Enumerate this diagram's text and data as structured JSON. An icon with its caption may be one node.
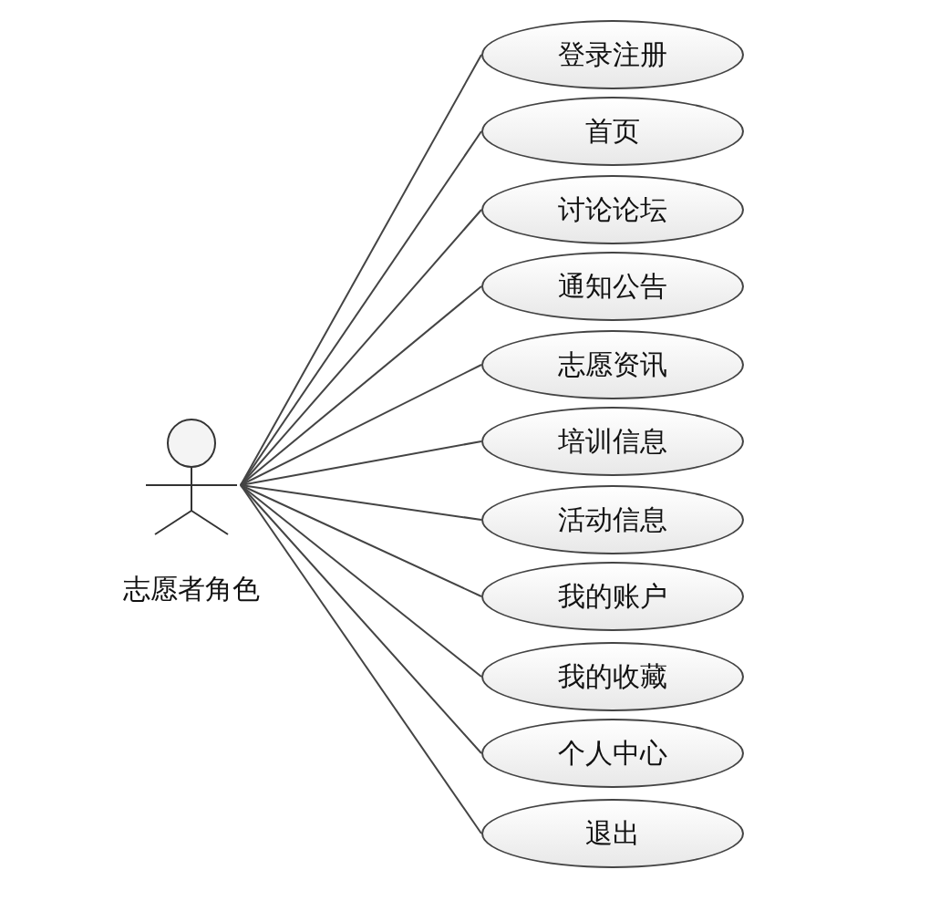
{
  "diagram": {
    "nodes": [
      {
        "text": [
          "志愿者角色"
        ]
      },
      {
        "text": [
          "登录注册"
        ]
      },
      {
        "text": [
          "首页"
        ]
      },
      {
        "text": [
          "讨论论坛"
        ]
      },
      {
        "text": [
          "通知公告"
        ]
      },
      {
        "text": [
          "志愿资讯"
        ]
      },
      {
        "text": [
          "培训信息"
        ]
      },
      {
        "text": [
          "活动信息"
        ]
      },
      {
        "text": [
          "我的账户"
        ]
      },
      {
        "text": [
          "我的收藏"
        ]
      },
      {
        "text": [
          "个人中心"
        ]
      },
      {
        "text": [
          "退出"
        ]
      }
    ],
    "edges": [
      {
        "from": 0,
        "to": 1,
        "arrow": "none"
      },
      {
        "from": 0,
        "to": 2,
        "arrow": "none"
      },
      {
        "from": 0,
        "to": 3,
        "arrow": "none"
      },
      {
        "from": 0,
        "to": 4,
        "arrow": "none"
      },
      {
        "from": 0,
        "to": 5,
        "arrow": "none"
      },
      {
        "from": 0,
        "to": 6,
        "arrow": "none"
      },
      {
        "from": 0,
        "to": 7,
        "arrow": "none"
      },
      {
        "from": 0,
        "to": 8,
        "arrow": "none"
      },
      {
        "from": 0,
        "to": 9,
        "arrow": "none"
      },
      {
        "from": 0,
        "to": 10,
        "arrow": "none"
      },
      {
        "from": 0,
        "to": 11,
        "arrow": "none"
      }
    ]
  }
}
